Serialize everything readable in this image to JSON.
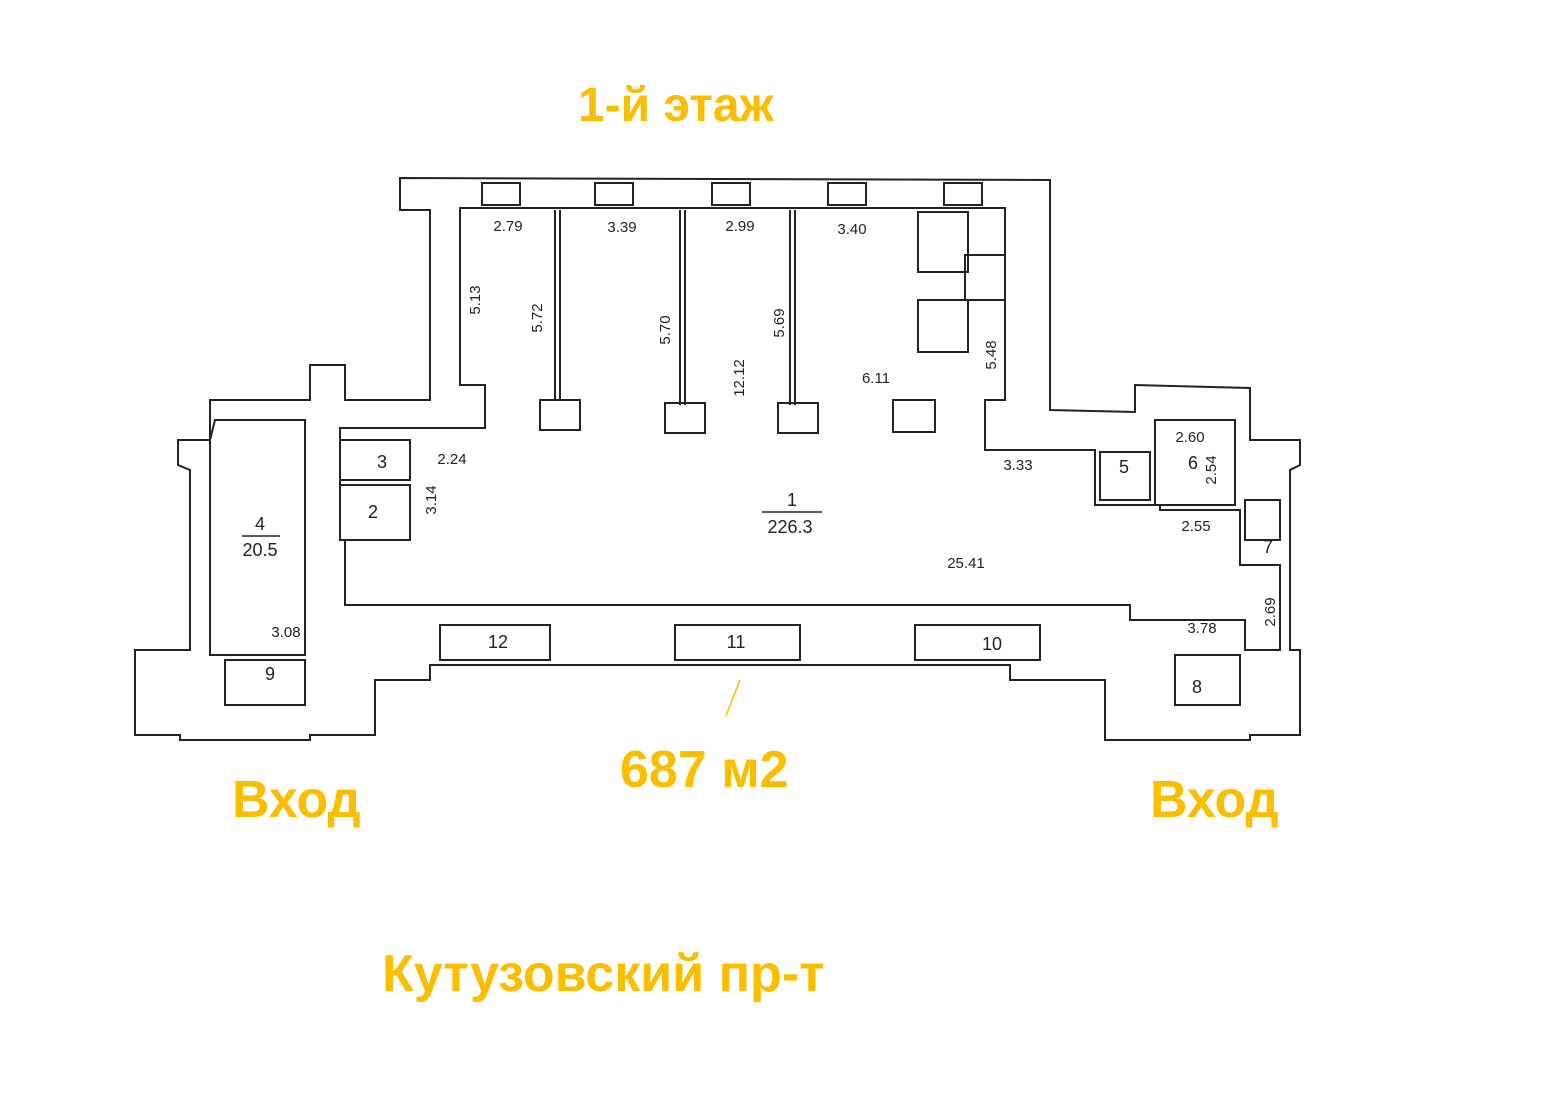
{
  "colors": {
    "caption": "#F9BE00",
    "wall": "#ffffff",
    "outline": "#222222",
    "text": "#222222"
  },
  "captions": {
    "floor_title": "1-й этаж",
    "area_total": "687 м2",
    "entrance_left": "Вход",
    "entrance_right": "Вход",
    "street": "Кутузовский пр-т"
  },
  "rooms": {
    "r1_number": "1",
    "r1_area": "226.3",
    "r2": "2",
    "r3": "3",
    "r4_number": "4",
    "r4_area": "20.5",
    "r5": "5",
    "r6": "6",
    "r7": "7",
    "r8": "8",
    "r9": "9",
    "r10": "10",
    "r11": "11",
    "r12": "12"
  },
  "dimensions": {
    "d_2_79": "2.79",
    "d_3_39": "3.39",
    "d_2_99": "2.99",
    "d_3_40": "3.40",
    "d_5_13": "5.13",
    "d_5_72": "5.72",
    "d_5_70": "5.70",
    "d_5_69": "5.69",
    "d_12_12": "12.12",
    "d_6_11": "6.11",
    "d_5_48": "5.48",
    "d_2_24": "2.24",
    "d_3_14": "3.14",
    "d_3_33": "3.33",
    "d_2_60": "2.60",
    "d_2_54": "2.54",
    "d_2_55": "2.55",
    "d_25_41": "25.41",
    "d_2_69": "2.69",
    "d_3_78": "3.78",
    "d_3_08": "3.08"
  }
}
